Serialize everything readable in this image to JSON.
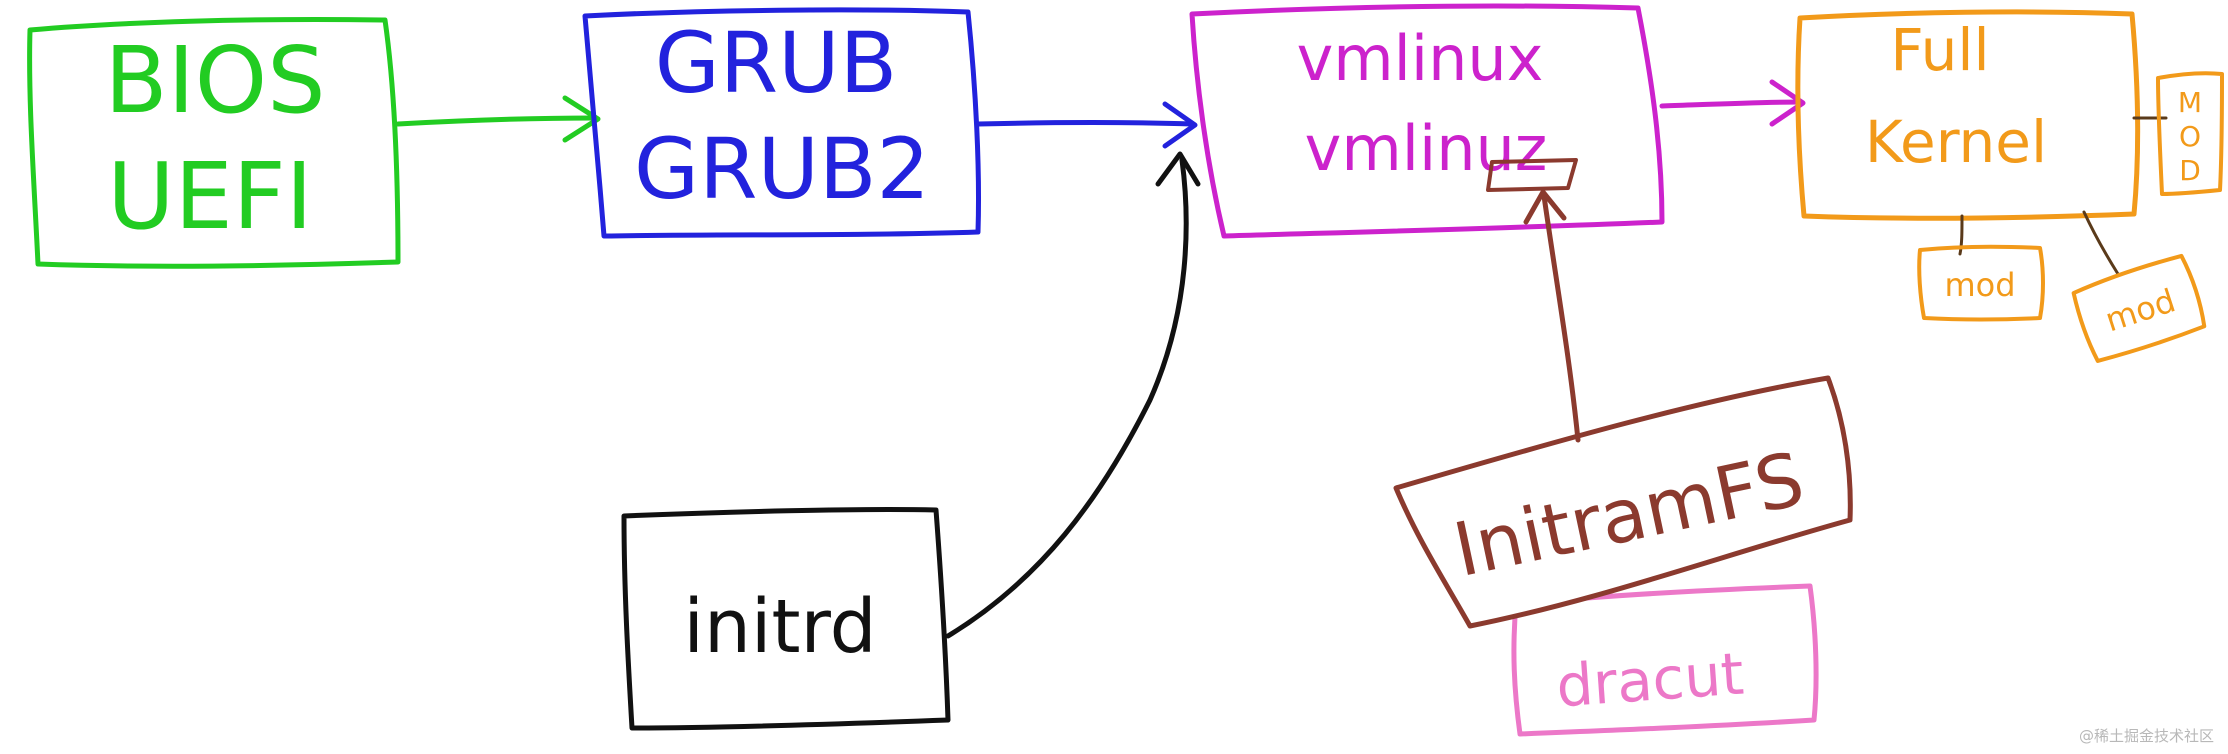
{
  "diagram": {
    "nodes": {
      "bios": {
        "line1": "BIOS",
        "line2": "UEFI",
        "color": "#22cc22"
      },
      "grub": {
        "line1": "GRUB",
        "line2": "GRUB2",
        "color": "#2222dd"
      },
      "vmlinux": {
        "line1": "vmlinux",
        "line2": "vmlinuz",
        "color": "#cc22cc"
      },
      "kernel": {
        "line1": "Full",
        "line2": "Kernel",
        "color": "#f29a1a"
      },
      "mod_side": {
        "line1": "M",
        "line2": "O",
        "line3": "D"
      },
      "mod_left": {
        "label": "mod"
      },
      "mod_right": {
        "label": "mod"
      },
      "initrd": {
        "label": "initrd",
        "color": "#111111"
      },
      "initramfs": {
        "label": "InitramFS",
        "color": "#8b3a2e"
      },
      "dracut": {
        "label": "dracut",
        "color": "#ec78c8"
      }
    }
  },
  "watermark": "@稀土掘金技术社区"
}
